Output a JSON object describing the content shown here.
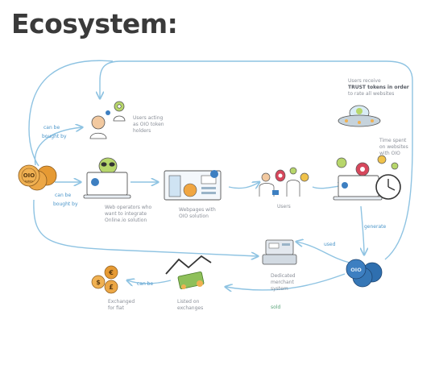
{
  "title": "Ecosystem:",
  "edges": {
    "can_be_bought_by_top": [
      "can be",
      "bought by"
    ],
    "can_be_bought_by_mid": [
      "can be",
      "bought by"
    ],
    "generate": "generate",
    "used": "used",
    "sold": "sold",
    "can_be": "can be"
  },
  "nodes": {
    "token_holders": [
      "Users acting",
      "as OIO token",
      "holders"
    ],
    "token_coins": {
      "coin_text": "OIO",
      "coin_sub": "token"
    },
    "web_operators": [
      "Web operators who",
      "want to integrate",
      "Online.io solution"
    ],
    "webpages": [
      "Webpages with",
      "OIO solution"
    ],
    "users": "Users",
    "rate_websites": [
      "Users receive",
      "TRUST tokens in order",
      "to rate all websites"
    ],
    "time_spent": [
      "Time spent",
      "on websites",
      "with OIO"
    ],
    "merchant": [
      "Dedicated",
      "merchant",
      "system"
    ],
    "exchanges": [
      "Listed on",
      "exchanges"
    ],
    "fiat": [
      "Exchanged",
      "for fiat"
    ],
    "fiat_symbols": [
      "$",
      "€",
      "£"
    ],
    "generated_coins": {
      "coin_text": "OIO"
    }
  },
  "colors": {
    "flow_line": "#8ec3e2",
    "label_blue": "#4a95c9",
    "label_green": "#5aa47a",
    "alien_green": "#b7d66b",
    "coin_orange": "#e69a33",
    "coin_blue": "#3d7fc1",
    "text_gray": "#8a8f98"
  }
}
